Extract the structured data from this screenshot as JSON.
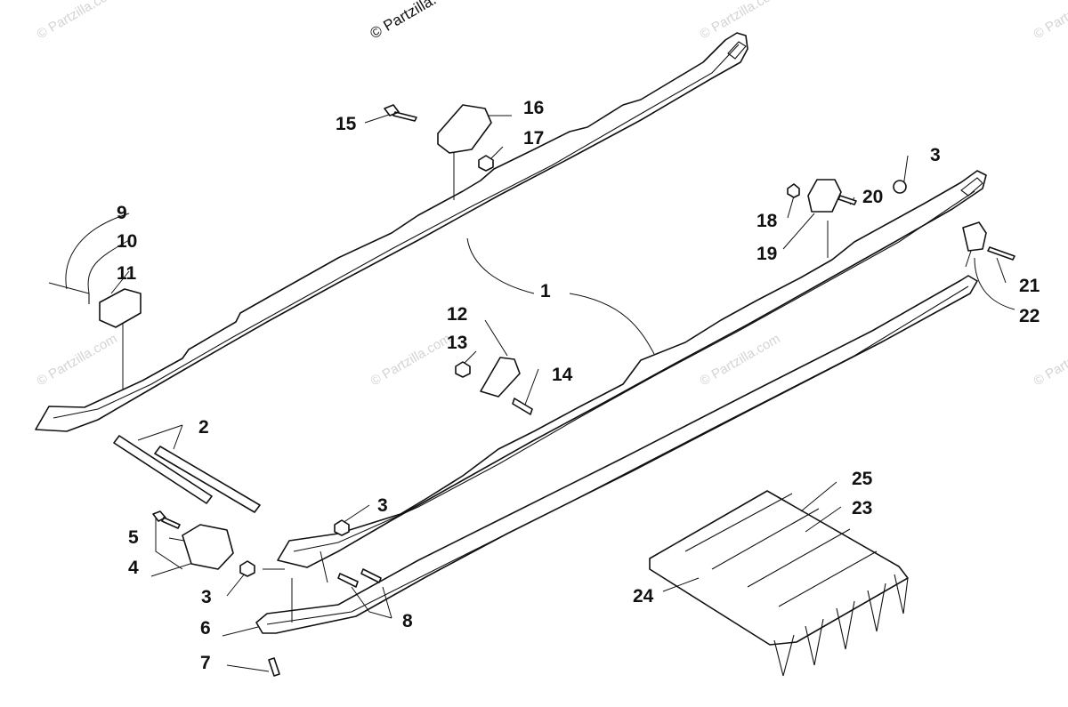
{
  "diagram": {
    "watermark_top": "© Partzilla.",
    "watermark_faint": "© Partzilla.com",
    "callouts": [
      "1",
      "2",
      "3",
      "3",
      "3",
      "4",
      "5",
      "6",
      "7",
      "8",
      "9",
      "10",
      "11",
      "12",
      "13",
      "14",
      "15",
      "16",
      "17",
      "18",
      "19",
      "20",
      "21",
      "22",
      "23",
      "24",
      "25"
    ]
  }
}
